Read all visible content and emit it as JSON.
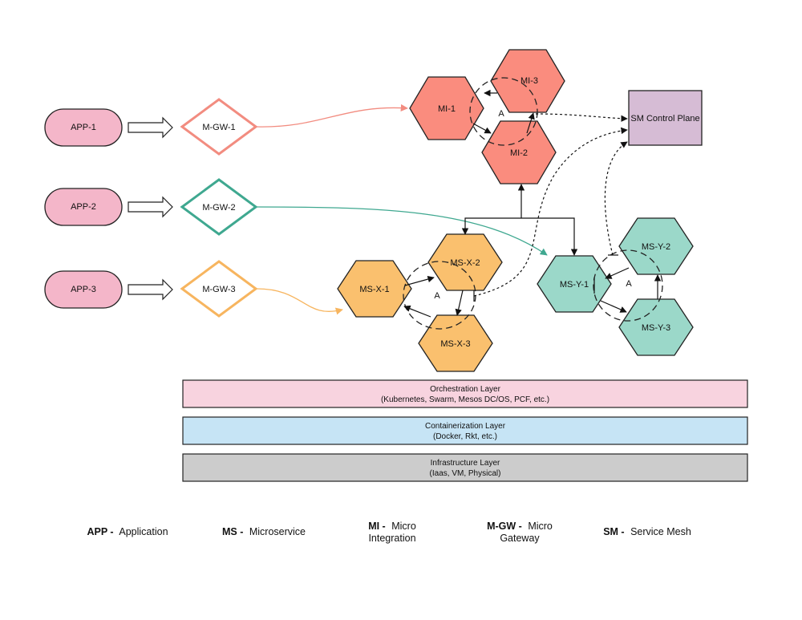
{
  "apps": [
    {
      "id": "app-1",
      "label": "APP-1"
    },
    {
      "id": "app-2",
      "label": "APP-2"
    },
    {
      "id": "app-3",
      "label": "APP-3"
    }
  ],
  "gateways": [
    {
      "id": "m-gw-1",
      "label": "M-GW-1",
      "color": "#F28C80"
    },
    {
      "id": "m-gw-2",
      "label": "M-GW-2",
      "color": "#3FA890"
    },
    {
      "id": "m-gw-3",
      "label": "M-GW-3",
      "color": "#F7B55F"
    }
  ],
  "clusters": {
    "mi": {
      "fill": "#FA8C7E",
      "nodes": [
        {
          "label": "MI-1"
        },
        {
          "label": "MI-3"
        },
        {
          "label": "MI-2"
        }
      ],
      "ring_label": "A"
    },
    "msx": {
      "fill": "#FAC06E",
      "nodes": [
        {
          "label": "MS-X-1"
        },
        {
          "label": "MS-X-2"
        },
        {
          "label": "MS-X-3"
        }
      ],
      "ring_label": "A"
    },
    "msy": {
      "fill": "#9BD8C9",
      "nodes": [
        {
          "label": "MS-Y-1"
        },
        {
          "label": "MS-Y-2"
        },
        {
          "label": "MS-Y-3"
        }
      ],
      "ring_label": "A"
    }
  },
  "control_plane": {
    "label": "SM Control Plane",
    "fill": "#D6BCD5"
  },
  "layers": [
    {
      "line1": "Orchestration Layer",
      "line2": "(Kubernetes, Swarm, Mesos DC/OS, PCF, etc.)",
      "fill": "#F8D3DF"
    },
    {
      "line1": "Containerization Layer",
      "line2": "(Docker, Rkt, etc.)",
      "fill": "#C6E4F5"
    },
    {
      "line1": "Infrastructure Layer",
      "line2": "(Iaas, VM, Physical)",
      "fill": "#CCCCCC"
    }
  ],
  "legend": [
    {
      "abbr": "APP -",
      "line1": "Application",
      "line2": ""
    },
    {
      "abbr": "MS -",
      "line1": "Microservice",
      "line2": ""
    },
    {
      "abbr": "MI -",
      "line1": "Micro",
      "line2": "Integration"
    },
    {
      "abbr": "M-GW -",
      "line1": "Micro",
      "line2": "Gateway"
    },
    {
      "abbr": "SM -",
      "line1": "Service Mesh",
      "line2": ""
    }
  ],
  "colors": {
    "app_fill": "#F4B6C9",
    "stroke": "#222222"
  }
}
